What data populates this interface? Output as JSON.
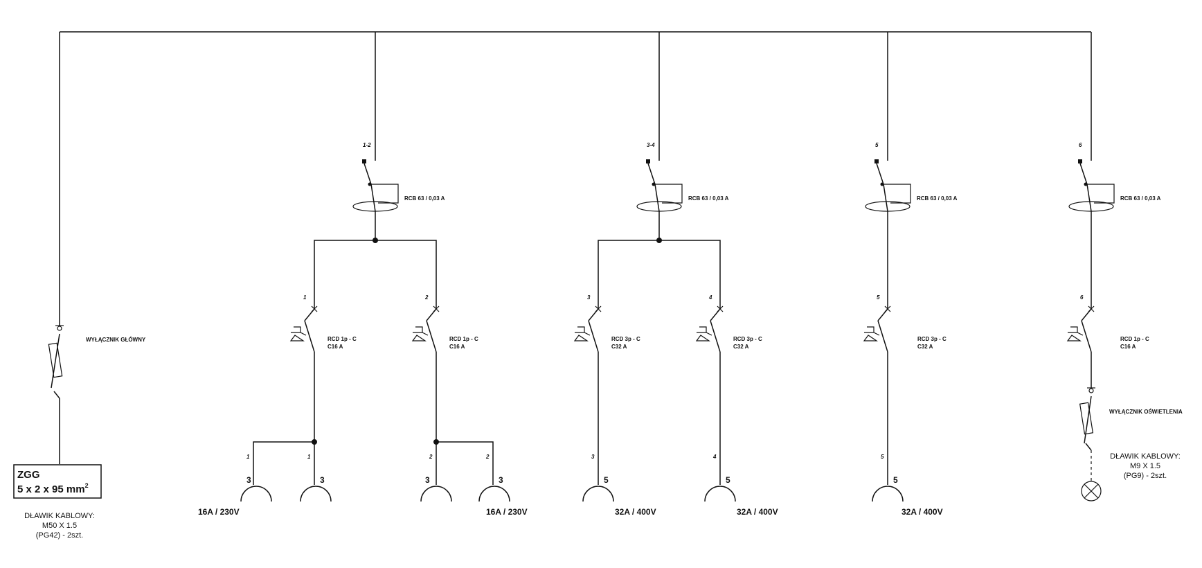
{
  "main_switch": {
    "label": "WYŁĄCZNIK GŁÓWNY"
  },
  "zgg": {
    "line1": "ZGG",
    "line2": "5 x 2 x 95 mm",
    "sup": "2"
  },
  "main_gland": {
    "line1": "DŁAWIK KABLOWY:",
    "line2": "M50 X 1.5",
    "line3": "(PG42) - 2szt."
  },
  "rcbs": [
    {
      "num": "1-2",
      "label": "RCB 63 / 0,03 A"
    },
    {
      "num": "3-4",
      "label": "RCB 63 / 0,03 A"
    },
    {
      "num": "5",
      "label": "RCB 63 / 0,03 A"
    },
    {
      "num": "6",
      "label": "RCB 63 / 0,03 A"
    }
  ],
  "breakers": [
    {
      "num": "1",
      "line1": "RCD 1p - C",
      "line2": "C16 A"
    },
    {
      "num": "2",
      "line1": "RCD 1p - C",
      "line2": "C16 A"
    },
    {
      "num": "3",
      "line1": "RCD 3p - C",
      "line2": "C32 A"
    },
    {
      "num": "4",
      "line1": "RCD 3p - C",
      "line2": "C32 A"
    },
    {
      "num": "5",
      "line1": "RCD 3p - C",
      "line2": "C32 A"
    },
    {
      "num": "6",
      "line1": "RCD 1p - C",
      "line2": "C16 A"
    }
  ],
  "sockets": [
    {
      "wire": "1",
      "poles": "3"
    },
    {
      "wire": "1",
      "poles": "3"
    },
    {
      "wire": "2",
      "poles": "3"
    },
    {
      "wire": "2",
      "poles": "3"
    },
    {
      "wire": "3",
      "poles": "5"
    },
    {
      "wire": "4",
      "poles": "5"
    },
    {
      "wire": "5",
      "poles": "5"
    }
  ],
  "load_labels": [
    "16A / 230V",
    "16A / 230V",
    "32A / 400V",
    "32A / 400V",
    "32A / 400V"
  ],
  "lighting_switch": {
    "label": "WYŁĄCZNIK OŚWIETLENIA"
  },
  "lighting_gland": {
    "line1": "DŁAWIK KABLOWY:",
    "line2": "M9 X 1.5",
    "line3": "(PG9) - 2szt."
  }
}
